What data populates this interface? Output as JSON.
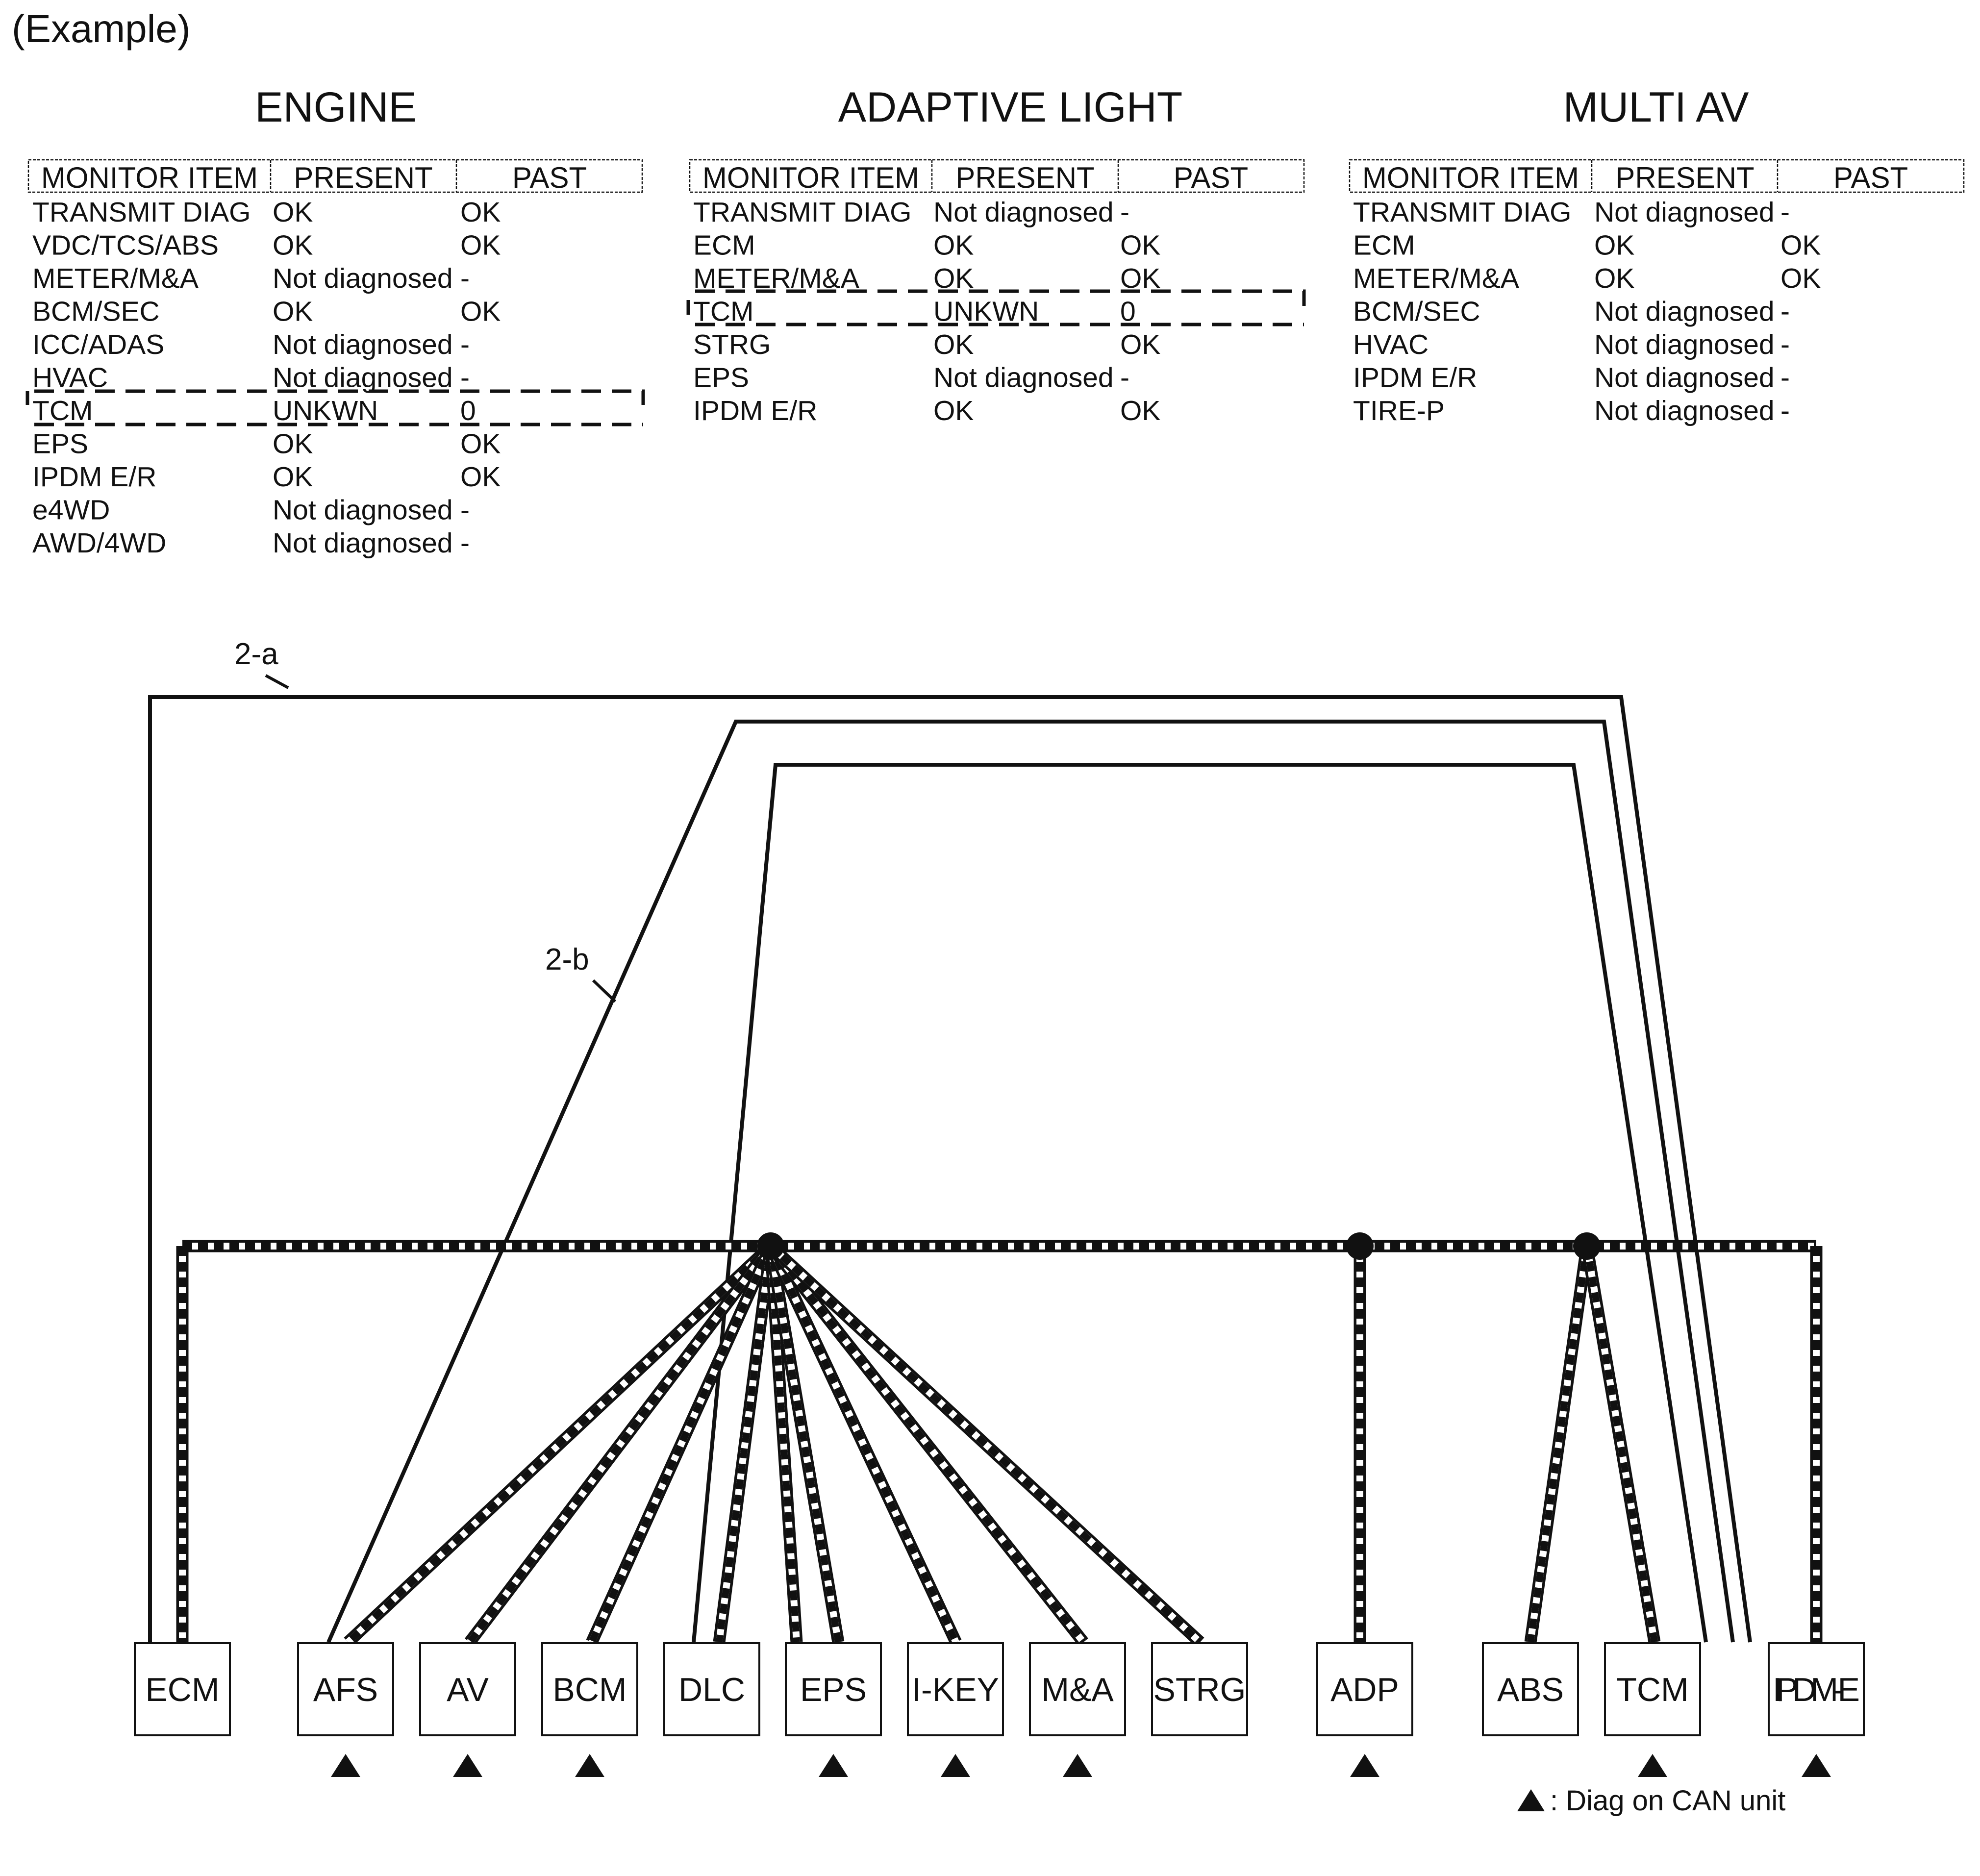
{
  "example_label": "(Example)",
  "columns": {
    "item": "MONITOR ITEM",
    "present": "PRESENT",
    "past": "PAST"
  },
  "tables": [
    {
      "title": "ENGINE",
      "rows": [
        {
          "item": "TRANSMIT DIAG",
          "present": "OK",
          "past": "OK"
        },
        {
          "item": "VDC/TCS/ABS",
          "present": "OK",
          "past": "OK"
        },
        {
          "item": "METER/M&A",
          "present": "Not diagnosed",
          "past": "-"
        },
        {
          "item": "BCM/SEC",
          "present": "OK",
          "past": "OK"
        },
        {
          "item": "ICC/ADAS",
          "present": "Not diagnosed",
          "past": "-"
        },
        {
          "item": "HVAC",
          "present": "Not diagnosed",
          "past": "-"
        },
        {
          "item": "TCM",
          "present": "UNKWN",
          "past": "0",
          "highlight": true
        },
        {
          "item": "EPS",
          "present": "OK",
          "past": "OK"
        },
        {
          "item": "IPDM E/R",
          "present": "OK",
          "past": "OK"
        },
        {
          "item": "e4WD",
          "present": "Not diagnosed",
          "past": "-"
        },
        {
          "item": "AWD/4WD",
          "present": "Not diagnosed",
          "past": "-"
        }
      ]
    },
    {
      "title": "ADAPTIVE LIGHT",
      "rows": [
        {
          "item": "TRANSMIT DIAG",
          "present": "Not diagnosed",
          "past": "-"
        },
        {
          "item": "ECM",
          "present": "OK",
          "past": "OK"
        },
        {
          "item": "METER/M&A",
          "present": "OK",
          "past": "OK"
        },
        {
          "item": "TCM",
          "present": "UNKWN",
          "past": "0",
          "highlight": true
        },
        {
          "item": "STRG",
          "present": "OK",
          "past": "OK"
        },
        {
          "item": "EPS",
          "present": "Not diagnosed",
          "past": "-"
        },
        {
          "item": "IPDM E/R",
          "present": "OK",
          "past": "OK"
        }
      ]
    },
    {
      "title": "MULTI AV",
      "rows": [
        {
          "item": "TRANSMIT DIAG",
          "present": "Not diagnosed",
          "past": "-"
        },
        {
          "item": "ECM",
          "present": "OK",
          "past": "OK"
        },
        {
          "item": "METER/M&A",
          "present": "OK",
          "past": "OK"
        },
        {
          "item": "BCM/SEC",
          "present": "Not diagnosed",
          "past": "-"
        },
        {
          "item": "HVAC",
          "present": "Not diagnosed",
          "past": "-"
        },
        {
          "item": "IPDM E/R",
          "present": "Not diagnosed",
          "past": "-"
        },
        {
          "item": "TIRE-P",
          "present": "Not diagnosed",
          "past": "-"
        }
      ]
    }
  ],
  "units": [
    {
      "label": "ECM",
      "diag_on_can": false
    },
    {
      "label": "AFS",
      "diag_on_can": true
    },
    {
      "label": "AV",
      "diag_on_can": true
    },
    {
      "label": "BCM",
      "diag_on_can": true
    },
    {
      "label": "DLC",
      "diag_on_can": false
    },
    {
      "label": "EPS",
      "diag_on_can": true
    },
    {
      "label": "I-KEY",
      "diag_on_can": true
    },
    {
      "label": "M&A",
      "diag_on_can": true
    },
    {
      "label": "STRG",
      "diag_on_can": false
    },
    {
      "label": "ADP",
      "diag_on_can": true
    },
    {
      "label": "ABS",
      "diag_on_can": false
    },
    {
      "label": "TCM",
      "diag_on_can": true
    },
    {
      "label": "IPDM-E",
      "diag_on_can": true
    }
  ],
  "routes": [
    "2-a",
    "2-b"
  ],
  "legend": {
    "symbol": "▲",
    "text": ": Diag on CAN unit"
  },
  "colors": {
    "line": "#111111",
    "background": "#ffffff"
  }
}
